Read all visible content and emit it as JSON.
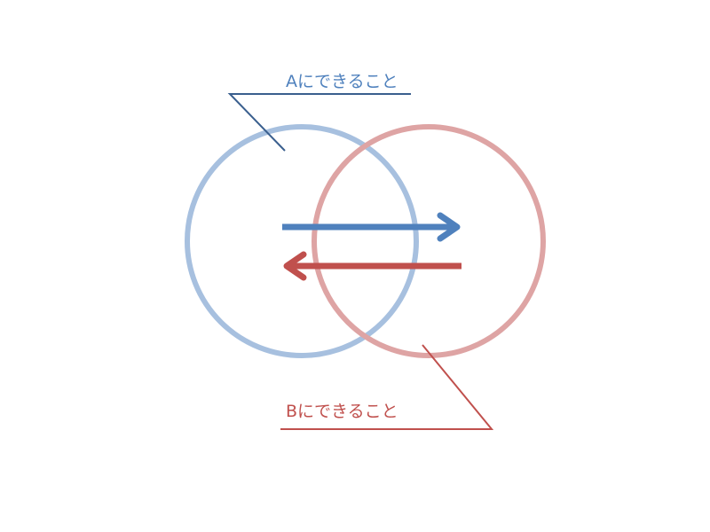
{
  "colors": {
    "a_circle": "#a7c0df",
    "a_line": "#3a5f8e",
    "a_arrow": "#4f81bd",
    "a_text": "#4f81bd",
    "b_circle": "#dea4a4",
    "b_line": "#c0504d",
    "b_arrow": "#c0504d",
    "b_text": "#c0504d",
    "background": "#ffffff"
  },
  "labels": {
    "a": "Aにできること",
    "b": "Bにできること"
  },
  "arrows": {
    "a_to_b": "right-arrow",
    "b_to_a": "left-arrow"
  }
}
